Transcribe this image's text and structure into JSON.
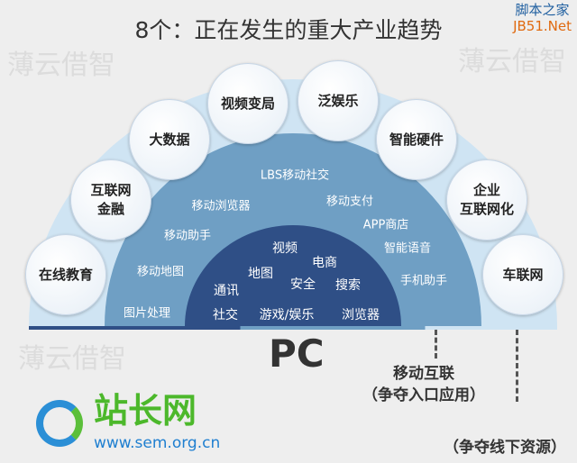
{
  "title": "8个：正在发生的重大产业趋势",
  "watermark": "薄云借智",
  "corner_logo": {
    "line1": "脚本之家",
    "line2": "JB51.Net"
  },
  "outer_circles": [
    "在线教育",
    "互联网\n金融",
    "大数据",
    "视频变局",
    "泛娱乐",
    "智能硬件",
    "企业\n互联网化",
    "车联网"
  ],
  "middle_items": [
    "LBS移动社交",
    "移动浏览器",
    "移动支付",
    "APP商店",
    "移动助手",
    "智能语音",
    "移动地图",
    "手机助手",
    "图片处理"
  ],
  "inner_items": [
    "视频",
    "地图",
    "电商",
    "通讯",
    "安全",
    "搜索",
    "社交",
    "游戏/娱乐",
    "浏览器"
  ],
  "base_label": "PC",
  "mobile_label": "移动互联",
  "mobile_sub": "（争夺入口应用）",
  "iot_sub": "（争夺线下资源）",
  "site_logo": {
    "name": "站长网",
    "url": "www.sem.org.cn"
  },
  "colors": {
    "outer": "#cfe4f3",
    "middle": "#6f9fc4",
    "inner": "#2f4f86"
  }
}
